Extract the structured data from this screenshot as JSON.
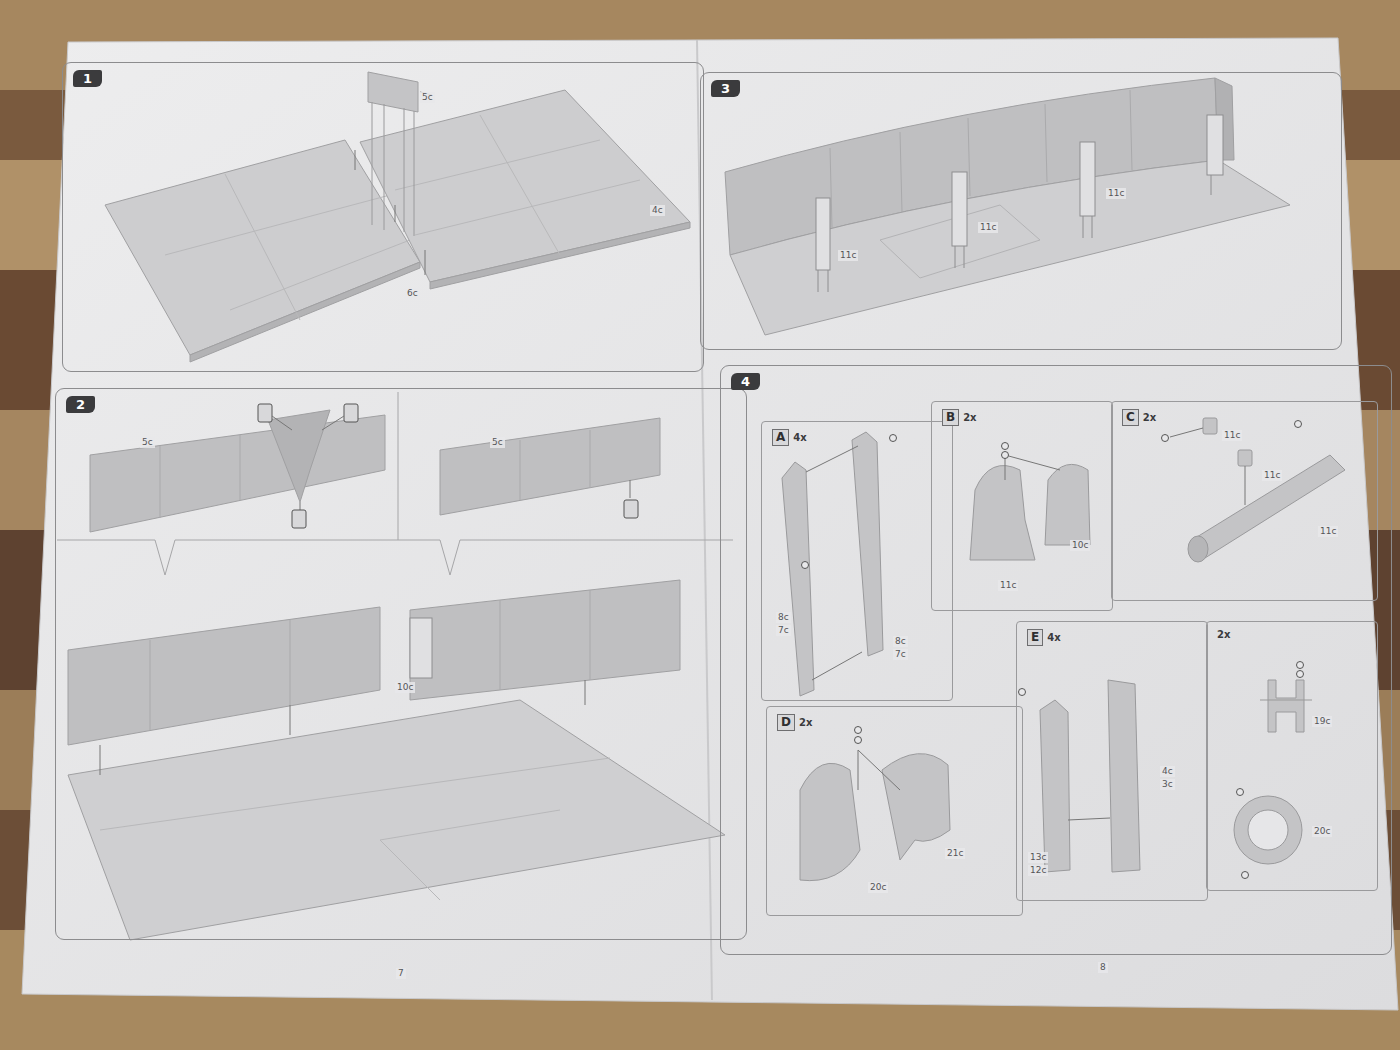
{
  "diagram": {
    "nodes": [
      {
        "text": [
          "1"
        ]
      },
      {
        "text": [
          "3"
        ]
      },
      {
        "text": [
          "2"
        ]
      },
      {
        "text": [
          "4"
        ]
      },
      {
        "text": [
          "A",
          "4x"
        ],
        "in": 3
      },
      {
        "text": [
          "B",
          "2x"
        ],
        "in": 3
      },
      {
        "text": [
          "C",
          "2x"
        ],
        "in": 3
      },
      {
        "text": [
          "D",
          "2x"
        ],
        "in": 3
      },
      {
        "text": [
          "E",
          "4x"
        ],
        "in": 3
      },
      {
        "text": [
          "2x"
        ],
        "in": 3
      }
    ],
    "labels": [
      "5c",
      "4c",
      "6c",
      "5c",
      "5c",
      "10c",
      "11c",
      "11c",
      "11c",
      "8c",
      "7c",
      "8c",
      "7c",
      "11c",
      "10c",
      "11c",
      "11c",
      "11c",
      "21c",
      "20c",
      "13c",
      "12c",
      "4c",
      "3c",
      "19c",
      "20c",
      "7",
      "8"
    ]
  }
}
